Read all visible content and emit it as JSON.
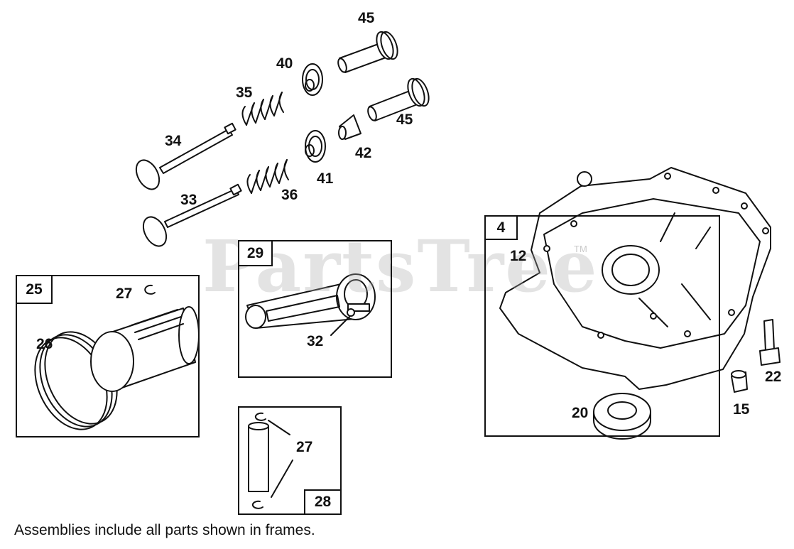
{
  "watermark": {
    "text": "PartsTree",
    "trademark": "TM"
  },
  "frames": [
    {
      "id": "crankcase-frame",
      "tag": "4"
    },
    {
      "id": "piston-frame",
      "tag": "25"
    },
    {
      "id": "connecting-rod-frame",
      "tag": "29"
    },
    {
      "id": "piston-pin-frame",
      "tag": "28"
    }
  ],
  "callouts": {
    "c45a": "45",
    "c45b": "45",
    "c40": "40",
    "c35": "35",
    "c34": "34",
    "c42": "42",
    "c41": "41",
    "c36": "36",
    "c33": "33",
    "c27a": "27",
    "c26": "26",
    "c32": "32",
    "c27b": "27",
    "c12": "12",
    "c22": "22",
    "c20": "20",
    "c15": "15"
  },
  "footnote": "Assemblies include all parts shown in frames.",
  "colors": {
    "line": "#111111",
    "watermark": "#aaaaaa",
    "background": "#ffffff"
  }
}
